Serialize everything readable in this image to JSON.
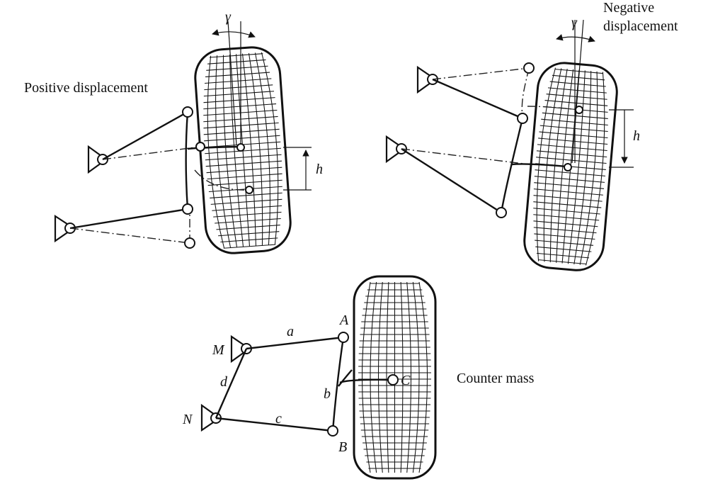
{
  "labels": {
    "positive_displacement": "Positive displacement",
    "negative_displacement_line1": "Negative",
    "negative_displacement_line2": "displacement",
    "counter_mass": "Counter mass",
    "gamma": "γ",
    "h": "h",
    "point_A": "A",
    "point_B": "B",
    "point_C": "C",
    "point_M": "M",
    "point_N": "N",
    "link_a": "a",
    "link_b": "b",
    "link_c": "c",
    "link_d": "d"
  },
  "colors": {
    "ink": "#111111",
    "background": "#ffffff"
  }
}
